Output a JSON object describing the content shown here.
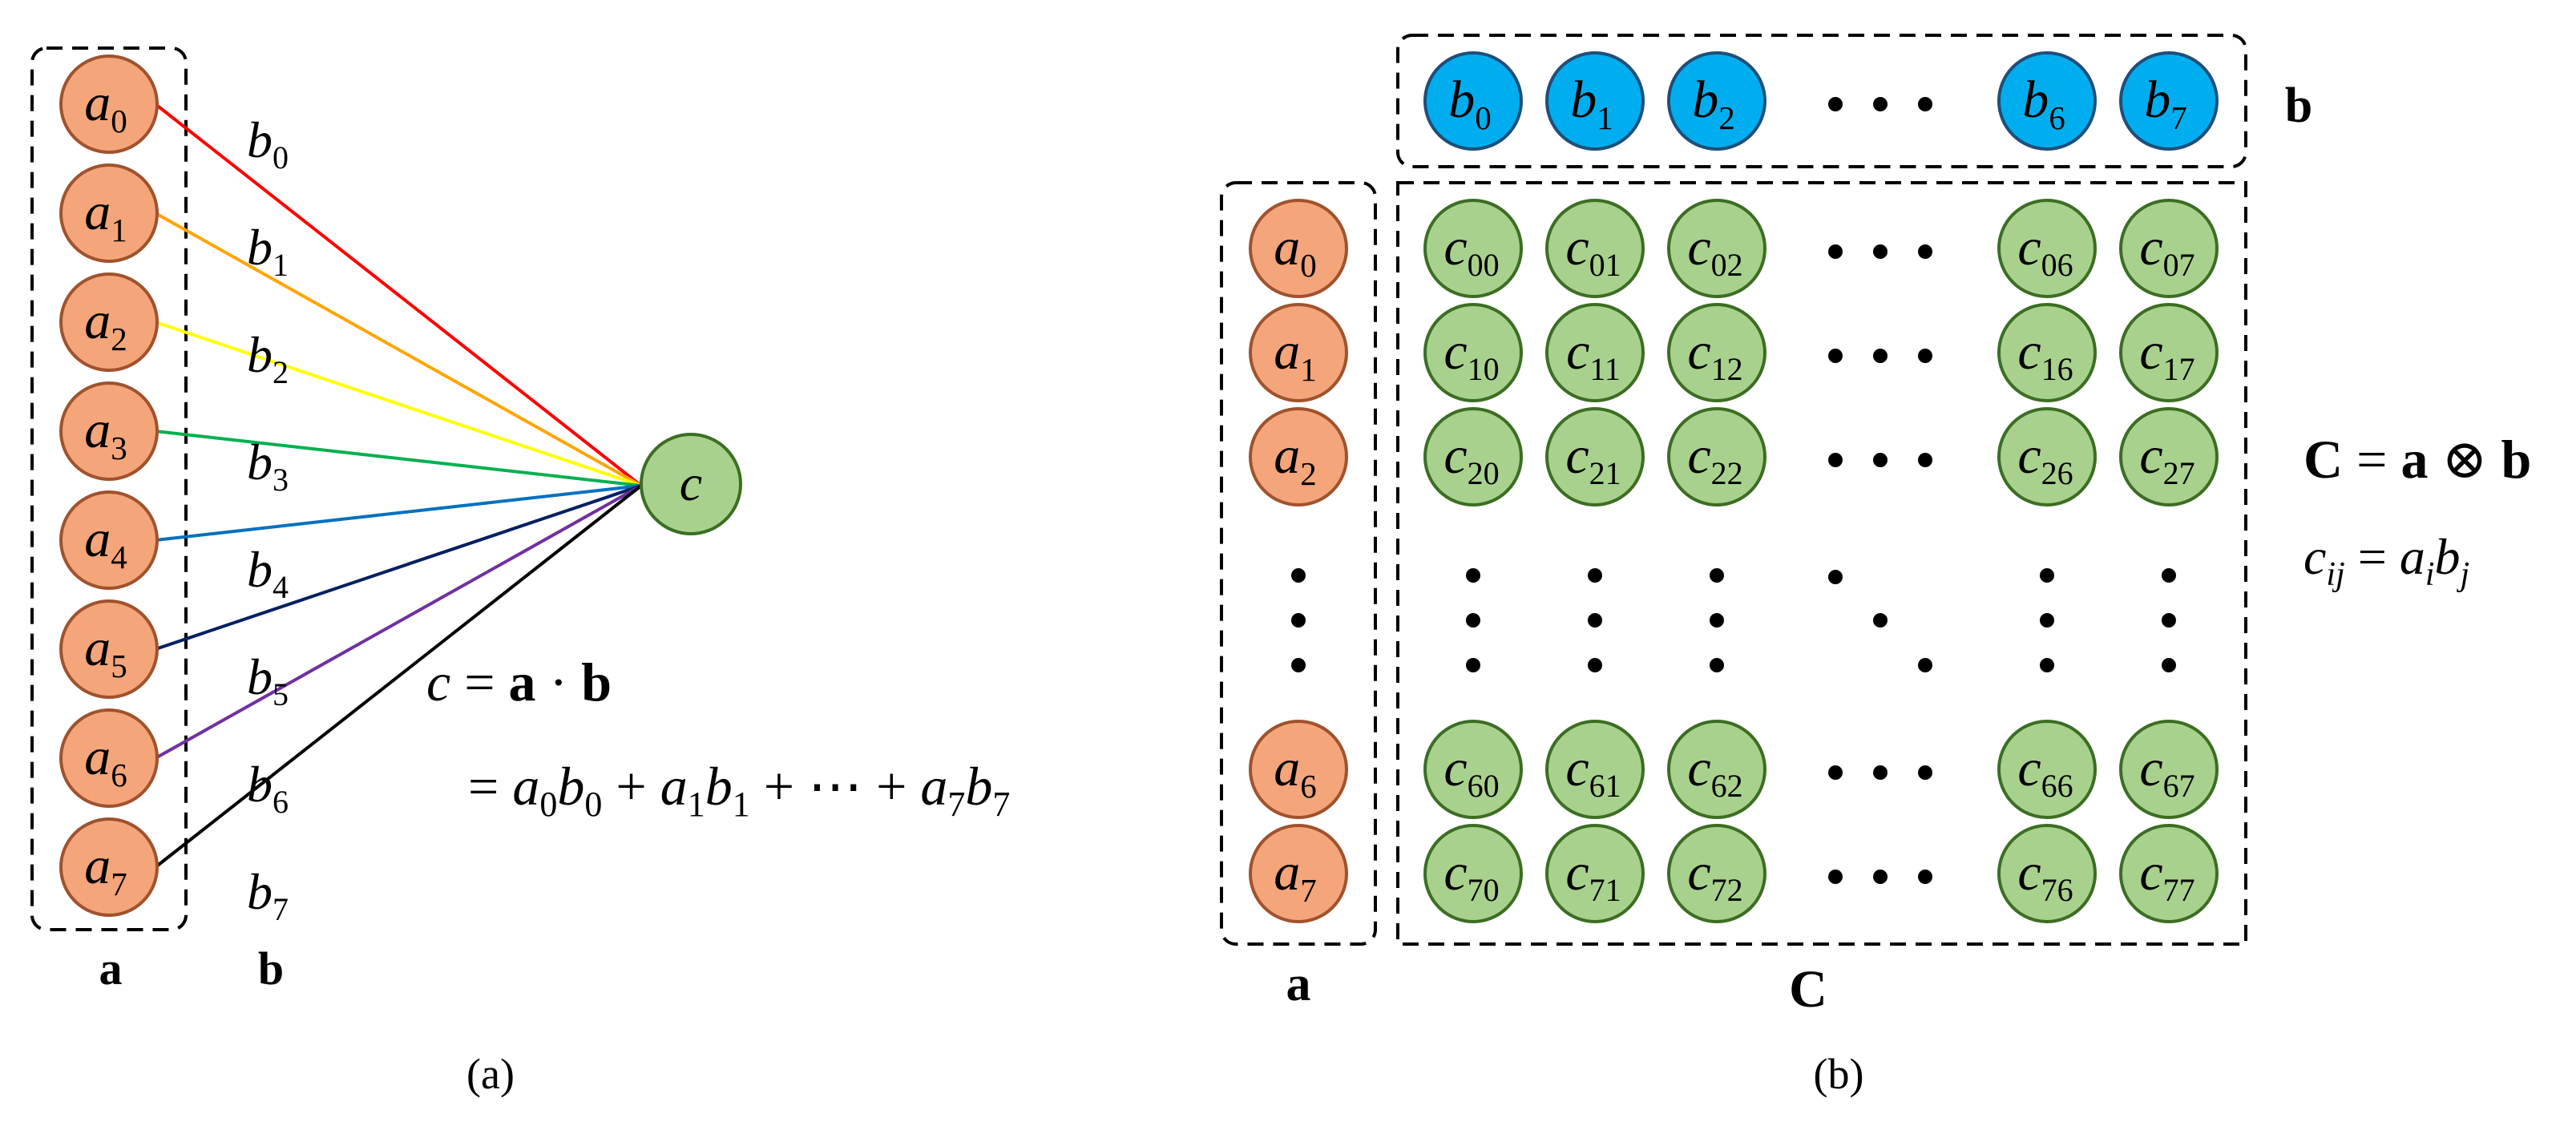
{
  "colors": {
    "a_fill": "#F4A57A",
    "a_stroke": "#A0522D",
    "b_fill": "#00AEEF",
    "b_stroke": "#1F4E79",
    "c_fill": "#A9D18E",
    "c_stroke": "#3B6E22",
    "edge_colors": [
      "#FF0000",
      "#FFA500",
      "#FFFF00",
      "#00B050",
      "#0070C0",
      "#002060",
      "#7030A0",
      "#000000"
    ]
  },
  "panel_a": {
    "a_nodes": [
      {
        "base": "a",
        "sub": "0"
      },
      {
        "base": "a",
        "sub": "1"
      },
      {
        "base": "a",
        "sub": "2"
      },
      {
        "base": "a",
        "sub": "3"
      },
      {
        "base": "a",
        "sub": "4"
      },
      {
        "base": "a",
        "sub": "5"
      },
      {
        "base": "a",
        "sub": "6"
      },
      {
        "base": "a",
        "sub": "7"
      }
    ],
    "edge_labels": [
      {
        "base": "b",
        "sub": "0"
      },
      {
        "base": "b",
        "sub": "1"
      },
      {
        "base": "b",
        "sub": "2"
      },
      {
        "base": "b",
        "sub": "3"
      },
      {
        "base": "b",
        "sub": "4"
      },
      {
        "base": "b",
        "sub": "5"
      },
      {
        "base": "b",
        "sub": "6"
      },
      {
        "base": "b",
        "sub": "7"
      }
    ],
    "output_node": "c",
    "vector_a_label": "a",
    "vector_b_label": "b",
    "eq_line1": {
      "lhs": "c",
      "eq": " = ",
      "rhs_a": "a",
      "dot": " · ",
      "rhs_b": "b"
    },
    "eq_line2": [
      {
        "t": "= ",
        "cls": ""
      },
      {
        "t": "a",
        "cls": "it"
      },
      {
        "t": "0",
        "cls": "sub"
      },
      {
        "t": "b",
        "cls": "it"
      },
      {
        "t": "0",
        "cls": "sub"
      },
      {
        "t": " + ",
        "cls": ""
      },
      {
        "t": "a",
        "cls": "it"
      },
      {
        "t": "1",
        "cls": "sub"
      },
      {
        "t": "b",
        "cls": "it"
      },
      {
        "t": "1",
        "cls": "sub"
      },
      {
        "t": " + ⋯ + ",
        "cls": ""
      },
      {
        "t": "a",
        "cls": "it"
      },
      {
        "t": "7",
        "cls": "sub"
      },
      {
        "t": "b",
        "cls": "it"
      },
      {
        "t": "7",
        "cls": "sub"
      }
    ],
    "caption": "(a)"
  },
  "panel_b": {
    "b_nodes": [
      {
        "base": "b",
        "sub": "0"
      },
      {
        "base": "b",
        "sub": "1"
      },
      {
        "base": "b",
        "sub": "2"
      },
      {
        "base": "b",
        "sub": "6"
      },
      {
        "base": "b",
        "sub": "7"
      }
    ],
    "a_nodes": [
      {
        "base": "a",
        "sub": "0"
      },
      {
        "base": "a",
        "sub": "1"
      },
      {
        "base": "a",
        "sub": "2"
      },
      {
        "base": "a",
        "sub": "6"
      },
      {
        "base": "a",
        "sub": "7"
      }
    ],
    "c_rows": [
      [
        "00",
        "01",
        "02",
        "06",
        "07"
      ],
      [
        "10",
        "11",
        "12",
        "16",
        "17"
      ],
      [
        "20",
        "21",
        "22",
        "26",
        "27"
      ],
      [
        "60",
        "61",
        "62",
        "66",
        "67"
      ],
      [
        "70",
        "71",
        "72",
        "76",
        "77"
      ]
    ],
    "vector_b_label": "b",
    "vector_a_label": "a",
    "matrix_label": "C",
    "eq_line1": {
      "lhs": "C",
      "eq": " = ",
      "a": "a",
      "op": " ⊗ ",
      "b": "b"
    },
    "eq_line2": {
      "lhs": "c",
      "lhs_sub": "ij",
      "eq": " = ",
      "a": "a",
      "a_sub": "i",
      "b": "b",
      "b_sub": "j"
    },
    "caption": "(b)"
  }
}
